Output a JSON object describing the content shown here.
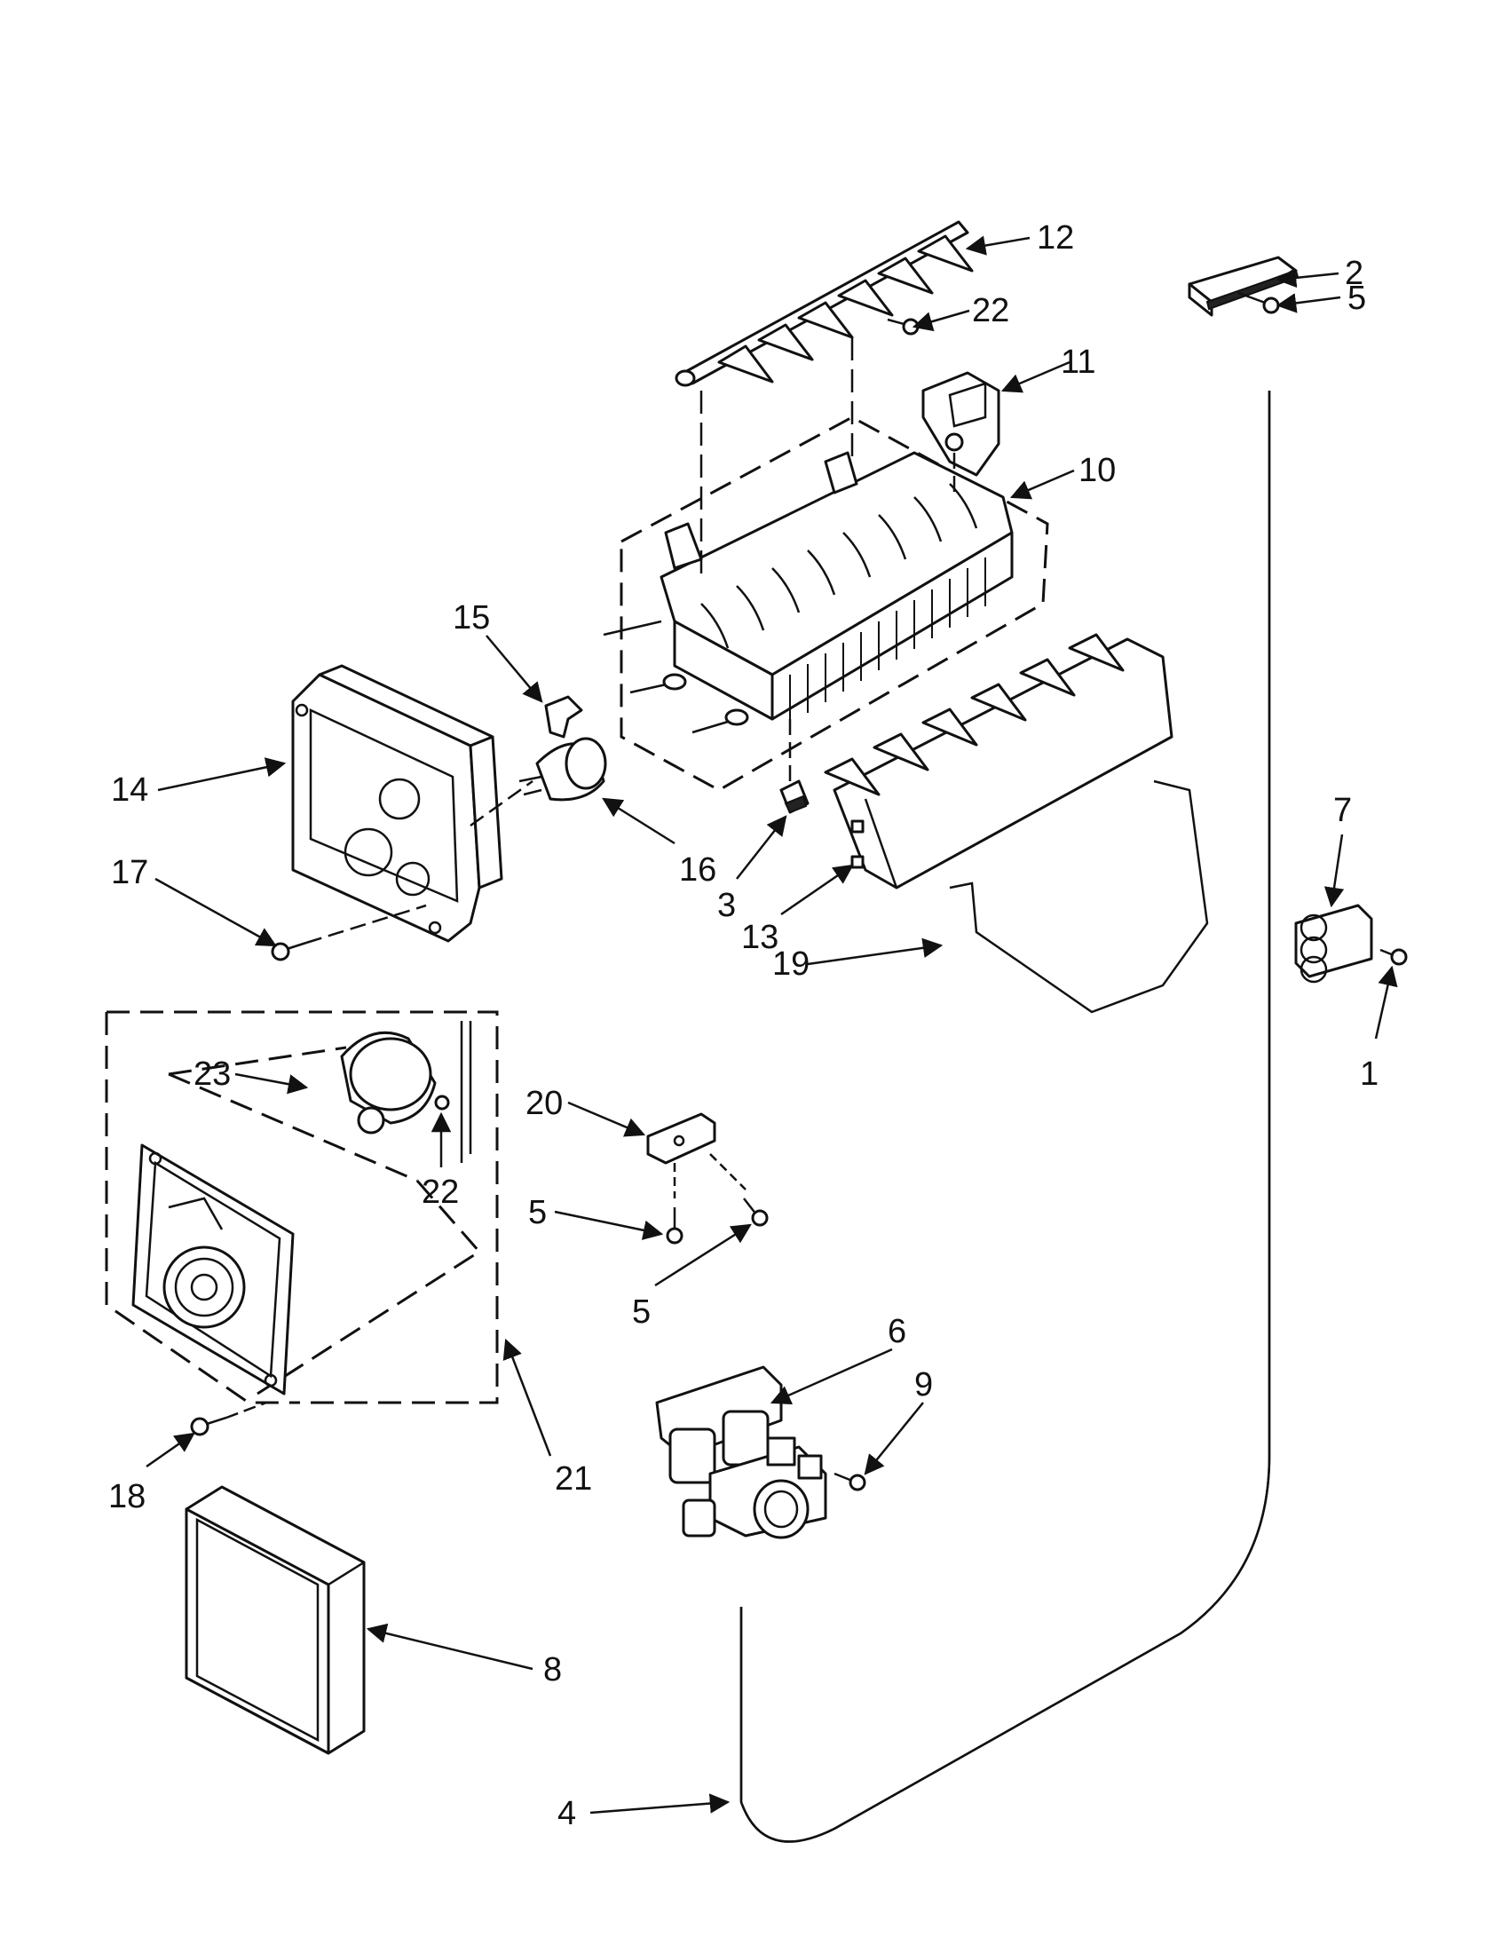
{
  "callouts": [
    {
      "id": "c12",
      "text": "12"
    },
    {
      "id": "c2",
      "text": "2"
    },
    {
      "id": "c22a",
      "text": "22"
    },
    {
      "id": "c5a",
      "text": "5"
    },
    {
      "id": "c11",
      "text": "11"
    },
    {
      "id": "c10",
      "text": "10"
    },
    {
      "id": "c15",
      "text": "15"
    },
    {
      "id": "c14",
      "text": "14"
    },
    {
      "id": "c16",
      "text": "16"
    },
    {
      "id": "c17",
      "text": "17"
    },
    {
      "id": "c3",
      "text": "3"
    },
    {
      "id": "c13",
      "text": "13"
    },
    {
      "id": "c19",
      "text": "19"
    },
    {
      "id": "c7",
      "text": "7"
    },
    {
      "id": "c1",
      "text": "1"
    },
    {
      "id": "c23",
      "text": "23"
    },
    {
      "id": "c22b",
      "text": "22"
    },
    {
      "id": "c20",
      "text": "20"
    },
    {
      "id": "c5b",
      "text": "5"
    },
    {
      "id": "c5c",
      "text": "5"
    },
    {
      "id": "c6",
      "text": "6"
    },
    {
      "id": "c9",
      "text": "9"
    },
    {
      "id": "c18",
      "text": "18"
    },
    {
      "id": "c21",
      "text": "21"
    },
    {
      "id": "c8",
      "text": "8"
    },
    {
      "id": "c4",
      "text": "4"
    }
  ]
}
